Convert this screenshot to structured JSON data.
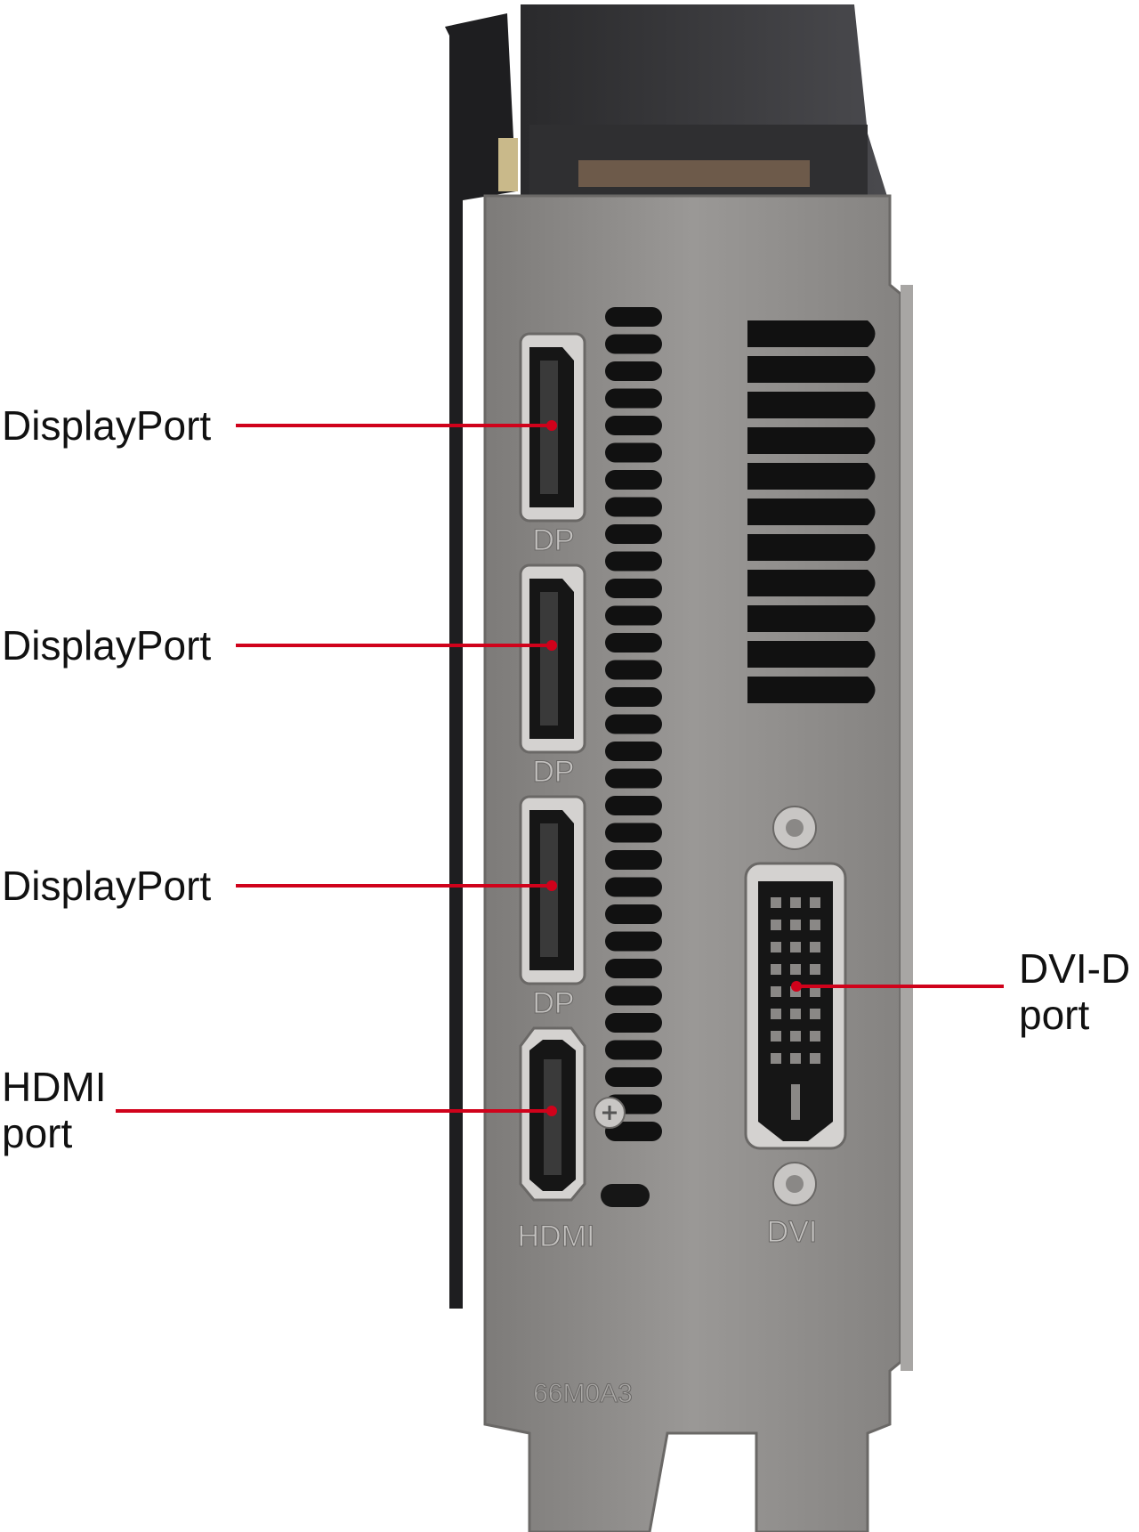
{
  "callouts": {
    "displayport_1": "DisplayPort",
    "displayport_2": "DisplayPort",
    "displayport_3": "DisplayPort",
    "hdmi_line1": "HDMI",
    "hdmi_line2": "port",
    "dvi_line1": "DVI-D",
    "dvi_line2": "port"
  },
  "bracket_marks": {
    "dp_label": "DP",
    "hdmi_label": "HDMI",
    "dvi_label": "DVI",
    "part_number": "66M0A3"
  },
  "colors": {
    "callout_line": "#d0021b",
    "bracket_metal": "#8f8d8b",
    "vent_dark": "#111111",
    "label_text": "#111111"
  }
}
